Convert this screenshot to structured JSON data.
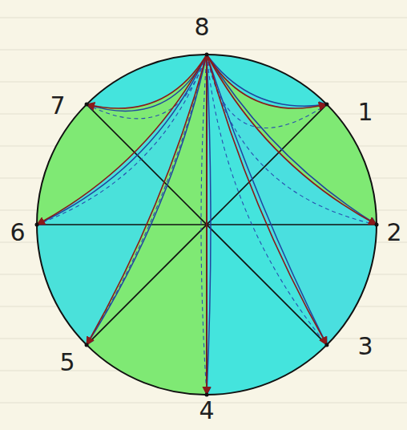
{
  "diagram": {
    "labels": [
      "8",
      "1",
      "2",
      "3",
      "4",
      "5",
      "6",
      "7"
    ]
  }
}
